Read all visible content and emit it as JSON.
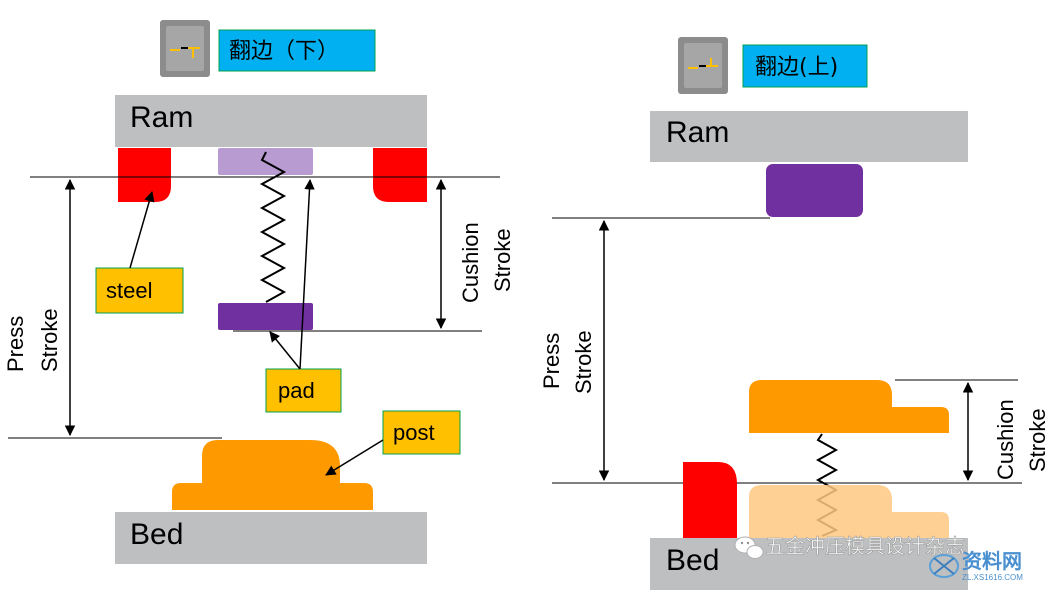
{
  "left": {
    "title": "翻边（下）",
    "ram": "Ram",
    "bed": "Bed",
    "press_stroke": [
      "Press",
      "Stroke"
    ],
    "cushion_stroke": [
      "Cushion",
      "Stroke"
    ],
    "callouts": {
      "steel": "steel",
      "pad": "pad",
      "post": "post"
    }
  },
  "right": {
    "title": "翻边(上)",
    "ram": "Ram",
    "bed": "Bed",
    "press_stroke": [
      "Press",
      "Stroke"
    ],
    "cushion_stroke": [
      "Cushion",
      "Stroke"
    ]
  },
  "watermark": {
    "wechat": "五金冲压模具设计杂志",
    "site_name": "资料网",
    "site_url": "ZL.XS1616.COM"
  },
  "colors": {
    "plate": "#BDBFC1",
    "steel": "#FF0000",
    "pad_light": "#B89BD0",
    "pad_dark": "#7030A0",
    "post": "#FF9900",
    "post_light": "#FFC880",
    "callout_bg": "#FFC000",
    "title_bg": "#00B0F0",
    "icon_bg": "#8C8C8C"
  }
}
